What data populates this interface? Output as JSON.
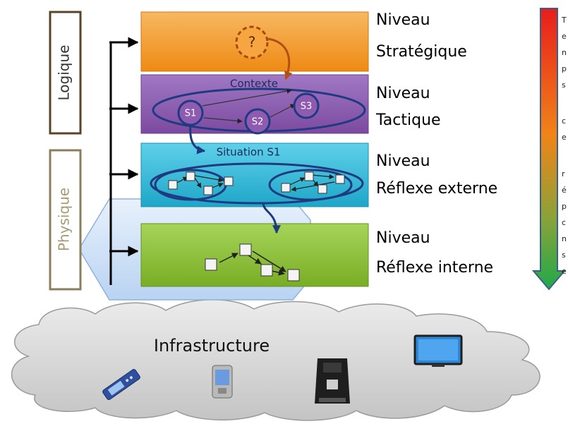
{
  "side_labels": {
    "logical": "Logique",
    "physical": "Physique"
  },
  "levels": {
    "strategic": {
      "line1": "Niveau",
      "line2": "Stratégique",
      "unknown_marker": "?"
    },
    "tactical": {
      "line1": "Niveau",
      "line2": "Tactique",
      "context_label": "Contexte",
      "states": [
        "S1",
        "S2",
        "S3"
      ]
    },
    "external_reflex": {
      "line1": "Niveau",
      "line2": "Réflexe externe",
      "situation_label": "Situation S1"
    },
    "internal_reflex": {
      "line1": "Niveau",
      "line2": "Réflexe interne"
    }
  },
  "infrastructure": {
    "label": "Infrastructure",
    "devices": [
      "phone-icon",
      "pda-icon",
      "coffee-machine-icon",
      "monitor-icon"
    ]
  },
  "gradient_text": [
    "T",
    "e",
    "n",
    "p",
    "s",
    "",
    "c",
    "e",
    "",
    "r",
    "é",
    "p",
    "c",
    "n",
    "s",
    "e"
  ],
  "colors": {
    "strategic": "#f39a2c",
    "tactical": "#8e5bb0",
    "external_reflex": "#31b6d4",
    "internal_reflex": "#8fbf3a",
    "physique_band": "#cfe1f7",
    "ellipse_stroke": "#1f3a80",
    "arrow_brown": "#b34f12"
  }
}
